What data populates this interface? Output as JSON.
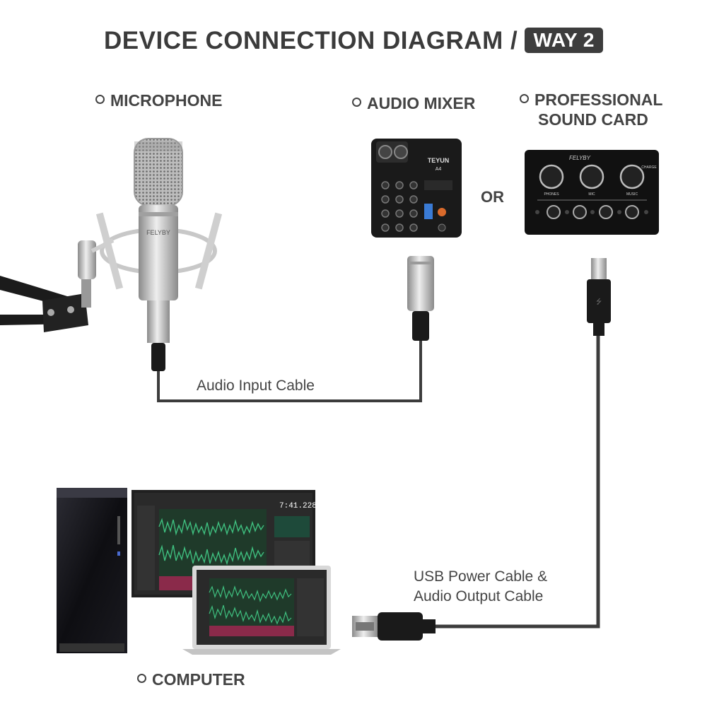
{
  "header": {
    "title": "DEVICE CONNECTION DIAGRAM /",
    "badge": "WAY 2"
  },
  "devices": {
    "microphone": "MICROPHONE",
    "mixer": "AUDIO MIXER",
    "soundcard_line1": "PROFESSIONAL",
    "soundcard_line2": "SOUND CARD",
    "computer": "COMPUTER"
  },
  "connector_word": "OR",
  "cables": {
    "audio_input": "Audio Input Cable",
    "usb_line1": "USB Power Cable &",
    "usb_line2": "Audio Output Cable"
  },
  "device_markings": {
    "mic_brand": "FELYBY",
    "mixer_brand": "TEYUN",
    "mixer_model": "A4",
    "card_brand": "FELYBY",
    "card_knob1": "PHONES",
    "card_knob2": "MIC",
    "card_knob3": "MUSIC",
    "card_charge": "CHARGE",
    "daw_time1": "7:41.228"
  },
  "colors": {
    "cable": "#3c3c3c",
    "metal": "#c8c8c8",
    "device_body": "#1a1a1a",
    "waveform": "#3fbf7f",
    "text": "#444444"
  }
}
